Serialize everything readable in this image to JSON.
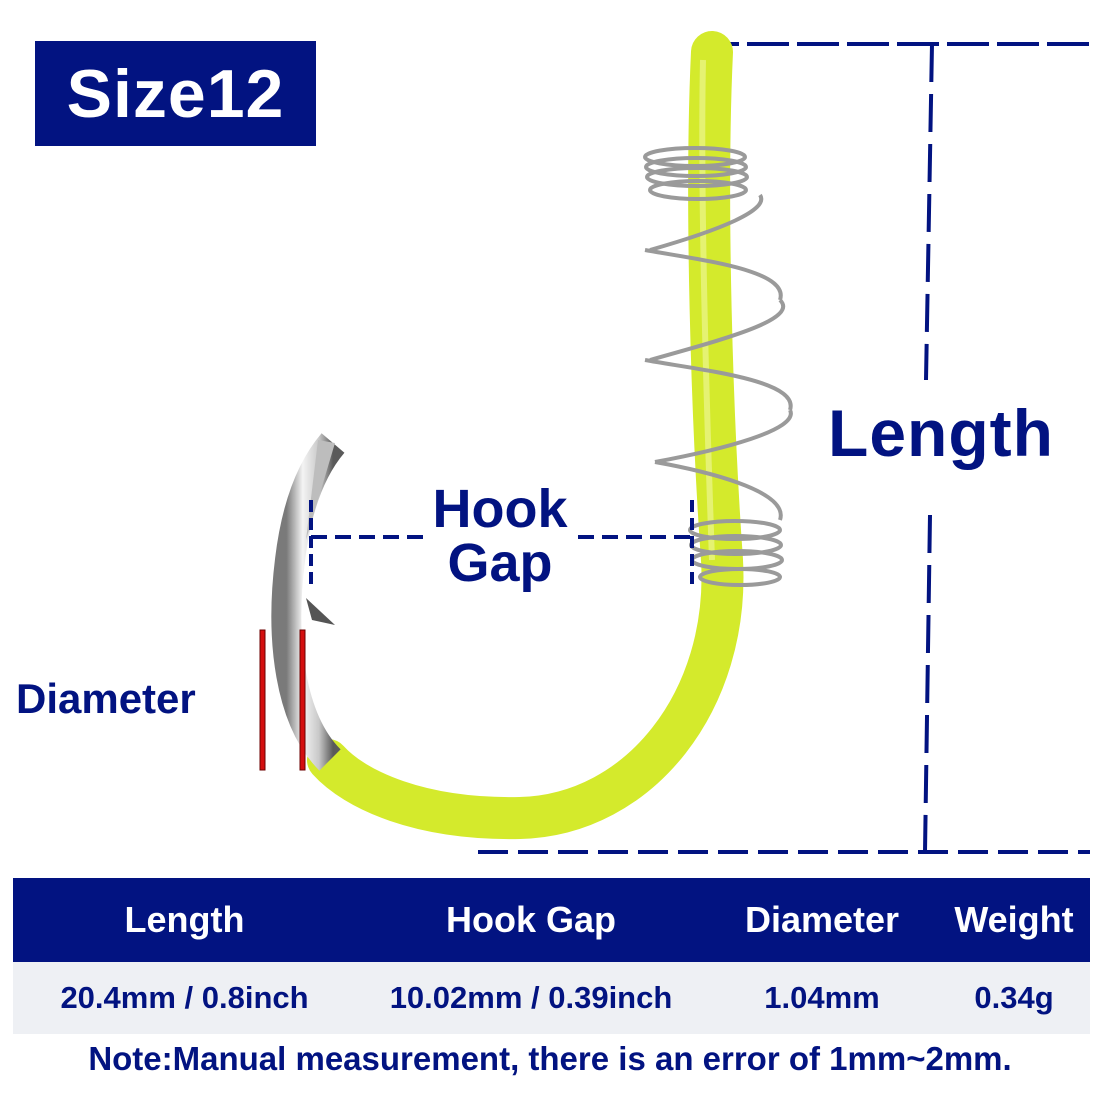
{
  "badge": {
    "size_label": "Size12"
  },
  "diagram": {
    "labels": {
      "length": "Length",
      "hook_gap_line1": "Hook",
      "hook_gap_line2": "Gap",
      "diameter": "Diameter"
    },
    "colors": {
      "navy": "#021381",
      "hook_coating": "#d4ea2c",
      "diameter_marker": "#d40f0f",
      "spring": "#a8a8a8"
    }
  },
  "spec_table": {
    "headers": [
      "Length",
      "Hook Gap",
      "Diameter",
      "Weight"
    ],
    "values": [
      "20.4mm / 0.8inch",
      "10.02mm / 0.39inch",
      "1.04mm",
      "0.34g"
    ]
  },
  "note": "Note:Manual measurement, there is an error of 1mm~2mm."
}
